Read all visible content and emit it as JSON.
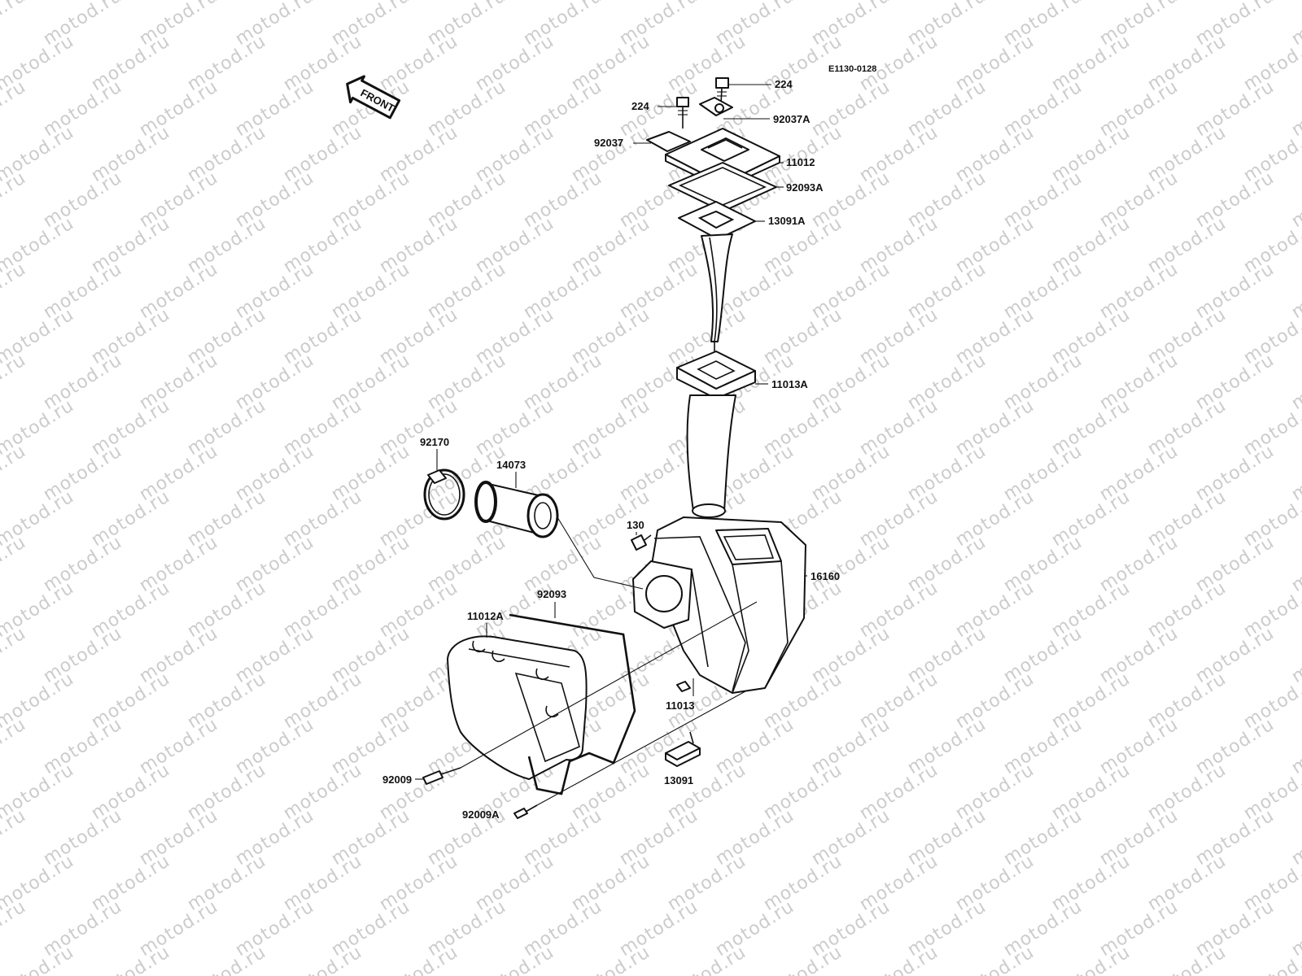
{
  "diagram": {
    "code": "E1130-0128",
    "front_label": "FRONT",
    "watermark": "motod.ru",
    "colors": {
      "background": "#ffffff",
      "line": "#111111",
      "watermark": "#cccccc"
    },
    "parts": [
      {
        "id": "p224a",
        "label": "224"
      },
      {
        "id": "p224b",
        "label": "224"
      },
      {
        "id": "p92037a",
        "label": "92037A"
      },
      {
        "id": "p92037",
        "label": "92037"
      },
      {
        "id": "p11012",
        "label": "11012"
      },
      {
        "id": "p92093a",
        "label": "92093A"
      },
      {
        "id": "p13091a",
        "label": "13091A"
      },
      {
        "id": "p11013a",
        "label": "11013A"
      },
      {
        "id": "p92170",
        "label": "92170"
      },
      {
        "id": "p14073",
        "label": "14073"
      },
      {
        "id": "p130",
        "label": "130"
      },
      {
        "id": "p16160",
        "label": "16160"
      },
      {
        "id": "p92093",
        "label": "92093"
      },
      {
        "id": "p11012a",
        "label": "11012A"
      },
      {
        "id": "p11013",
        "label": "11013"
      },
      {
        "id": "p92009",
        "label": "92009"
      },
      {
        "id": "p13091",
        "label": "13091"
      },
      {
        "id": "p92009a",
        "label": "92009A"
      }
    ]
  }
}
